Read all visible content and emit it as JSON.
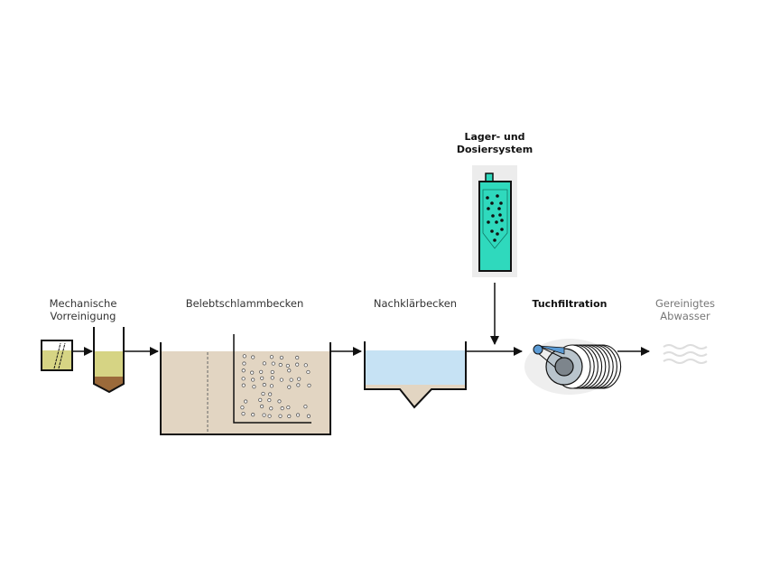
{
  "labels": {
    "mechanical_line1": "Mechanische",
    "mechanical_line2": "Vorreinigung",
    "activated_sludge": "Belebtschlammbecken",
    "secondary_clarifier": "Nachklärbecken",
    "cloth_filtration": "Tuchfiltration",
    "treated_line1": "Gereinigtes",
    "treated_line2": "Abwasser",
    "dosing_line1": "Lager- und",
    "dosing_line2": "Dosiersystem"
  },
  "colors": {
    "grit_liquid": "#d6d484",
    "sludge": "#9b6a3a",
    "aeration_tank": "#e2d5c2",
    "clarifier_water": "#c6e2f4",
    "dosing_fluid": "#2fd9bd",
    "dosing_bg": "#ececec",
    "filter_disc": "#b9c4cc",
    "filter_drum": "#7d858c",
    "filter_belt": "#5b9bd5"
  }
}
